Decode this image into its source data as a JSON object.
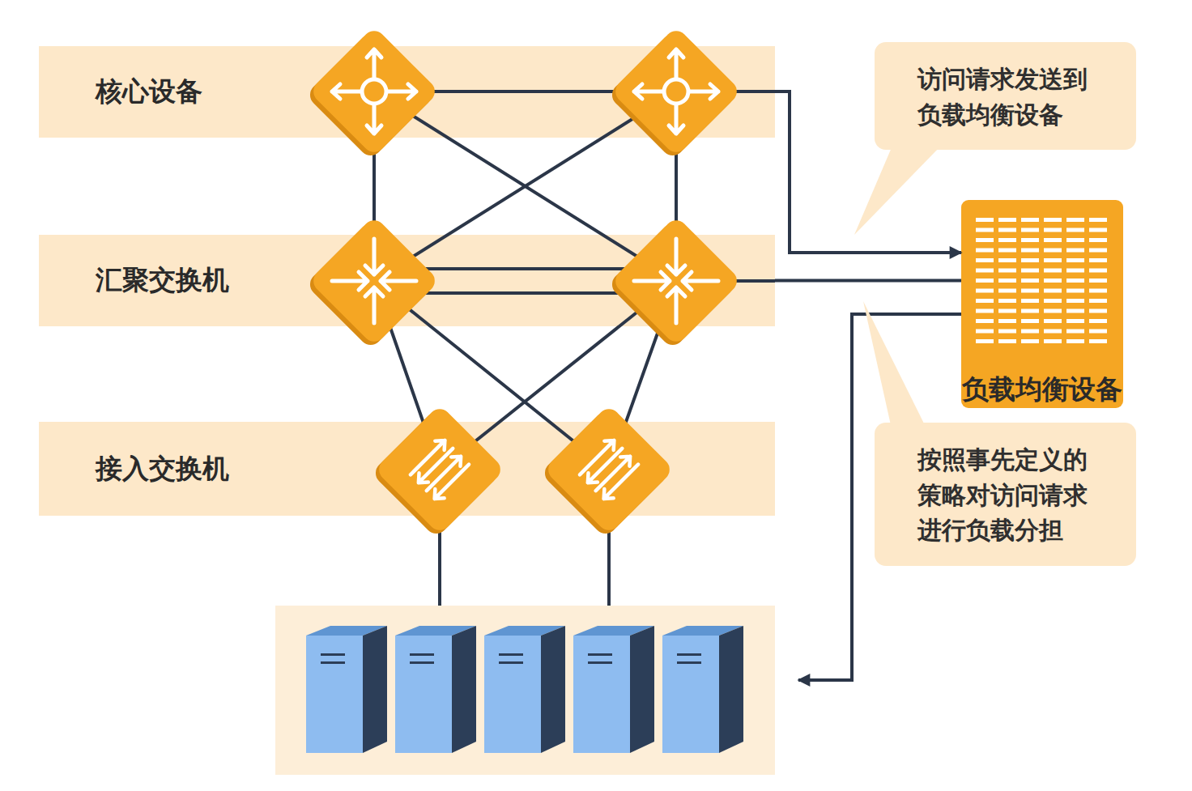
{
  "diagram": {
    "nodes": [
      {
        "text": [
          "核心设备"
        ]
      },
      {
        "text": [
          "汇聚交换机"
        ]
      },
      {
        "text": [
          "接入交换机"
        ]
      },
      {
        "text": [
          "访问请求发送到 负载均衡设备"
        ]
      },
      {
        "text": [
          "负载均衡设备"
        ]
      },
      {
        "text": [
          "按照事先定义的 策略对访问请求 进行负载分担"
        ]
      }
    ],
    "edges": [
      {
        "from": 0,
        "to": 4,
        "arrow": "to"
      },
      {
        "from": 1,
        "to": 4,
        "arrow": "none"
      }
    ]
  }
}
